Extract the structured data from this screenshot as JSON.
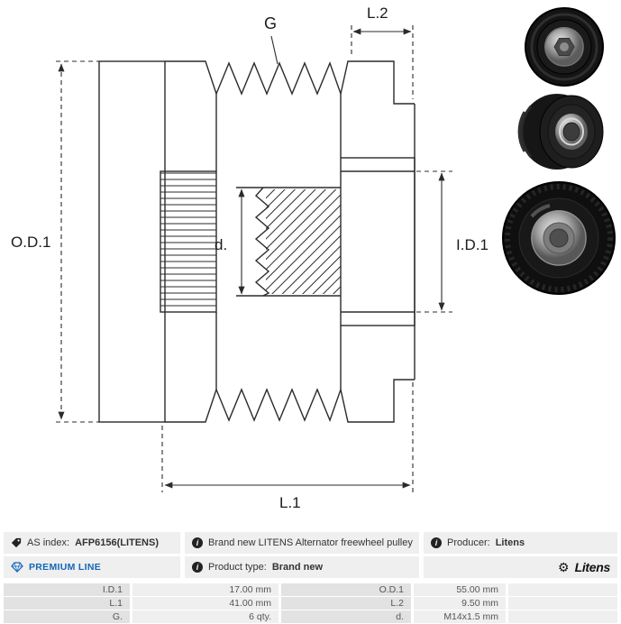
{
  "drawing": {
    "od1": "O.D.1",
    "g": "G",
    "l2": "L.2",
    "d": "d.",
    "id1": "I.D.1",
    "l1": "L.1"
  },
  "icons": {
    "info_glyph": "i",
    "gear_glyph": "⚙"
  },
  "info_bar": {
    "as_index_label": "AS index:",
    "as_index_value": "AFP6156(LITENS)",
    "description": "Brand new LITENS Alternator freewheel pulley",
    "producer_label": "Producer:",
    "producer_value": "Litens",
    "premium_line": "PREMIUM LINE",
    "product_type_label": "Product type:",
    "product_type_value": "Brand new",
    "brand_logo": "Litens"
  },
  "specs": {
    "rows": [
      {
        "k1": "I.D.1",
        "v1": "17.00 mm",
        "k2": "O.D.1",
        "v2": "55.00 mm"
      },
      {
        "k1": "L.1",
        "v1": "41.00 mm",
        "k2": "L.2",
        "v2": "9.50 mm"
      },
      {
        "k1": "G.",
        "v1": "6 qty.",
        "k2": "d.",
        "v2": "M14x1.5 mm"
      }
    ]
  },
  "colors": {
    "premium_blue": "#1267b8",
    "line_color": "#2b2b2b"
  }
}
